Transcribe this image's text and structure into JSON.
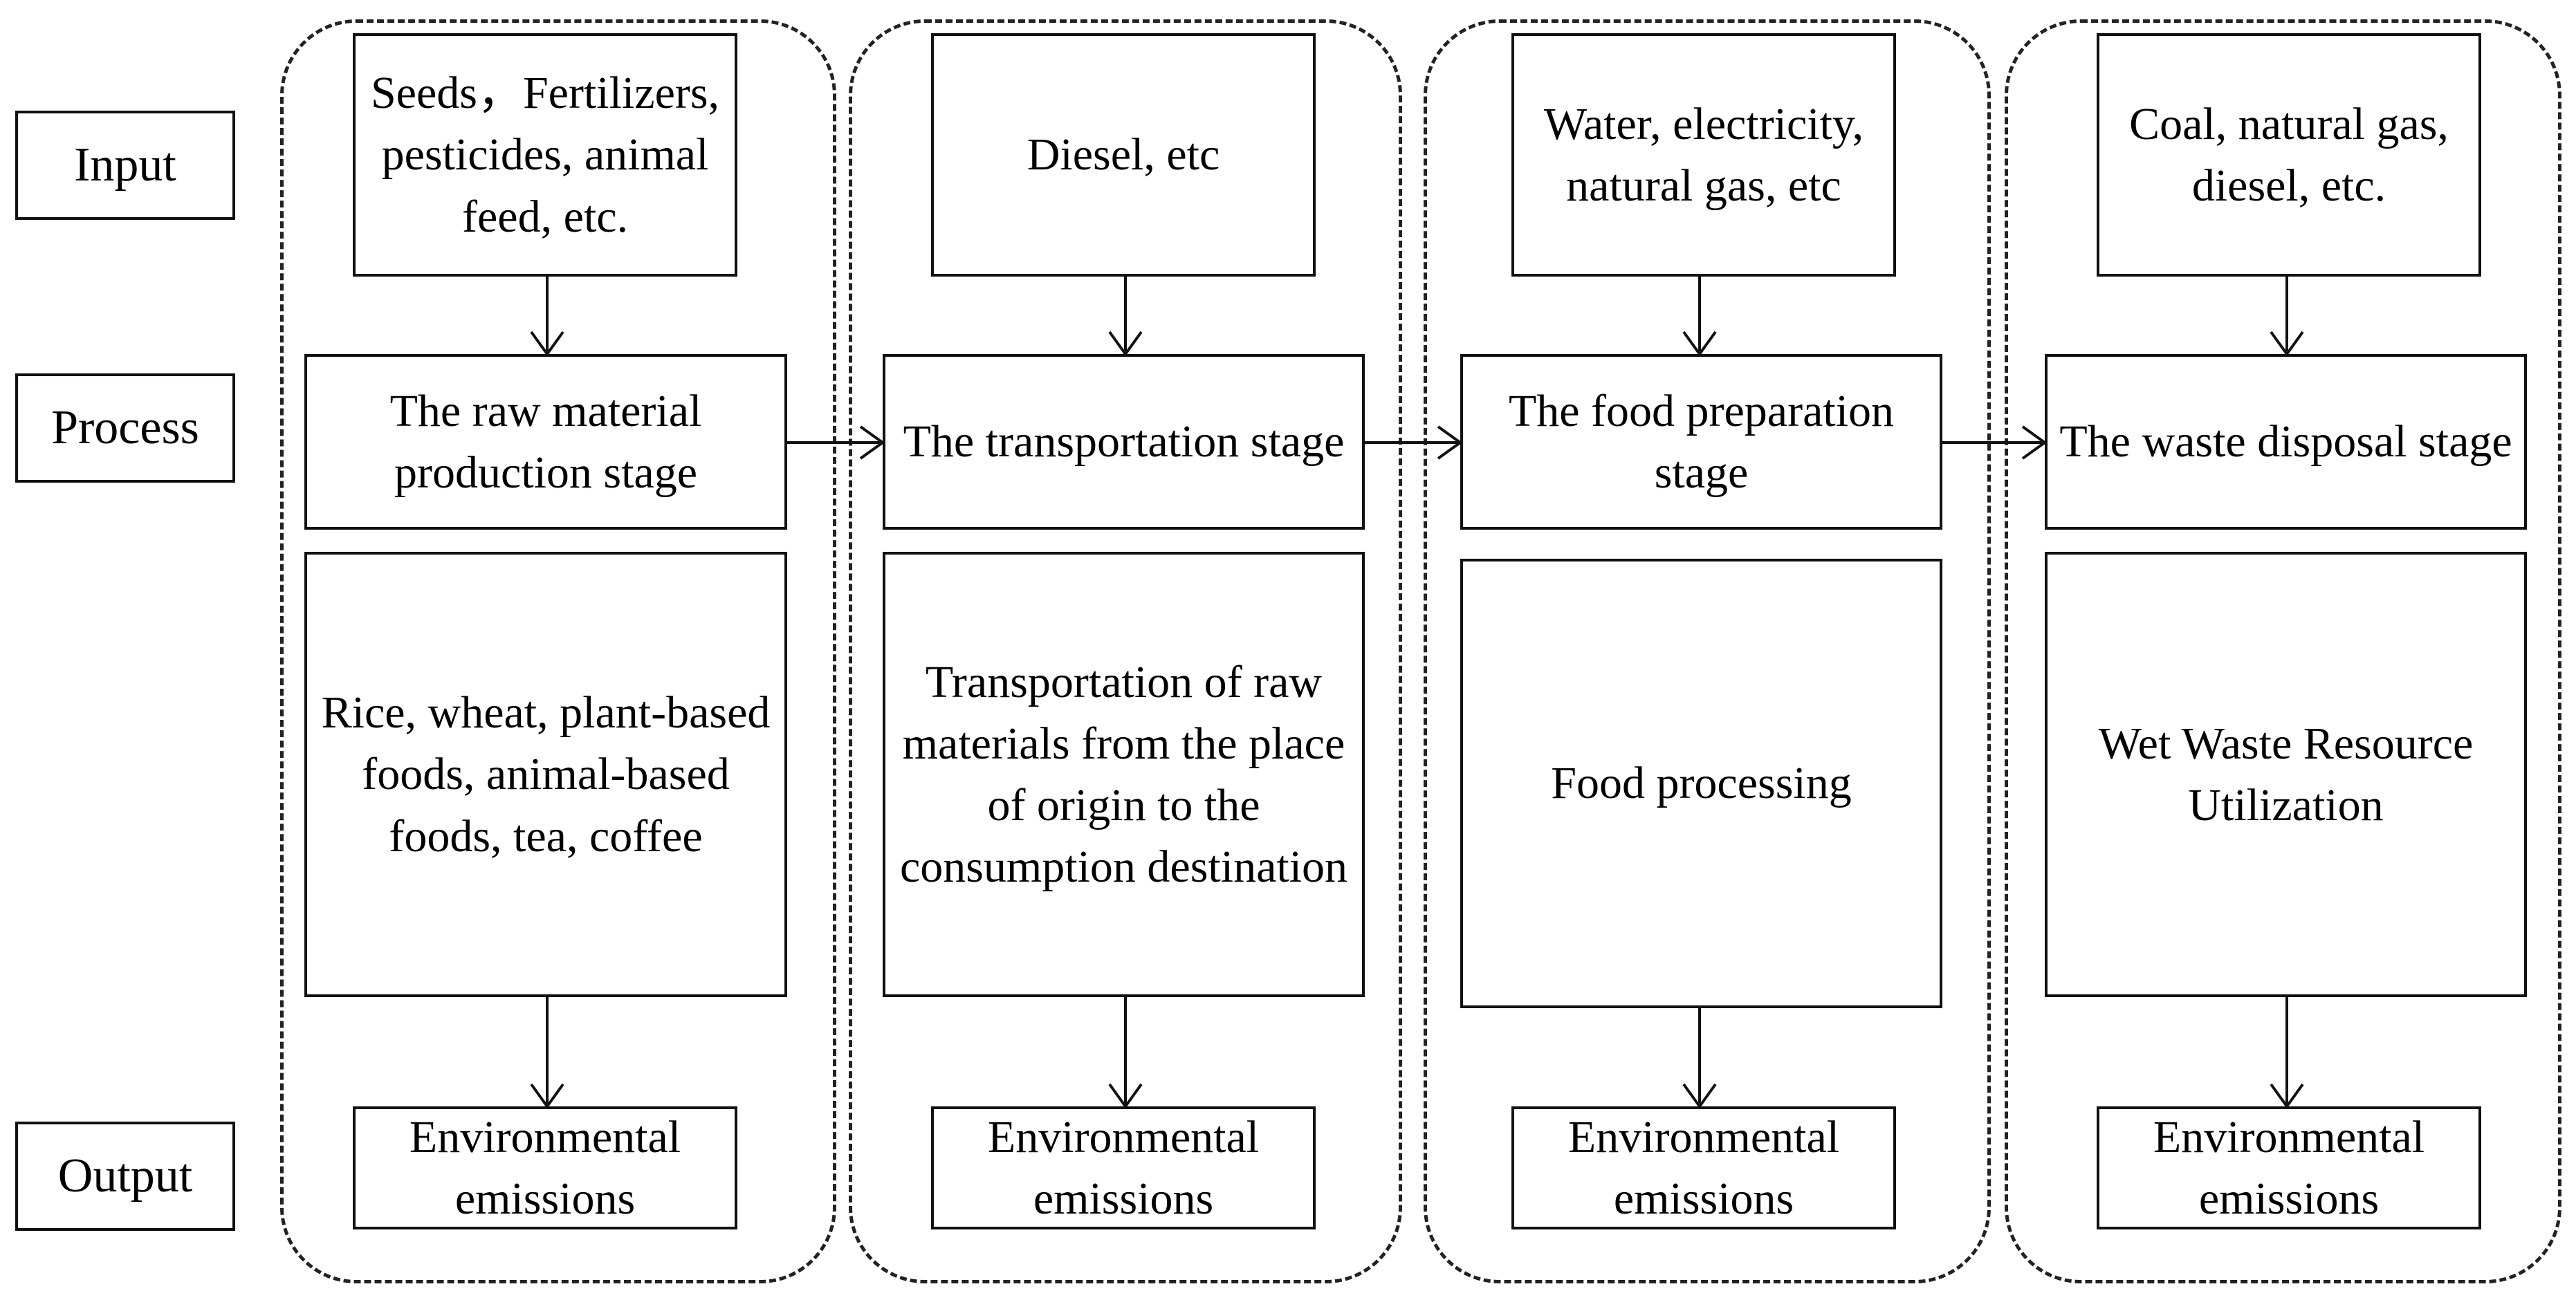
{
  "row_labels": {
    "input": "Input",
    "process": "Process",
    "output": "Output"
  },
  "stages": [
    {
      "input": "Seeds，Fertilizers, pesticides, animal feed, etc.",
      "process": "The raw material production stage",
      "detail": "Rice, wheat, plant-based foods, animal-based foods, tea, coffee",
      "output": "Environmental emissions"
    },
    {
      "input": "Diesel, etc",
      "process": "The transportation stage",
      "detail": "Transportation of raw materials from the place of origin to the consumption destination",
      "output": "Environmental emissions"
    },
    {
      "input": "Water, electricity, natural gas, etc",
      "process": "The food preparation stage",
      "detail": "Food processing",
      "output": "Environmental emissions"
    },
    {
      "input": "Coal, natural gas, diesel, etc.",
      "process": "The waste disposal stage",
      "detail": "Wet Waste Resource Utilization",
      "output": "Environmental emissions"
    }
  ]
}
